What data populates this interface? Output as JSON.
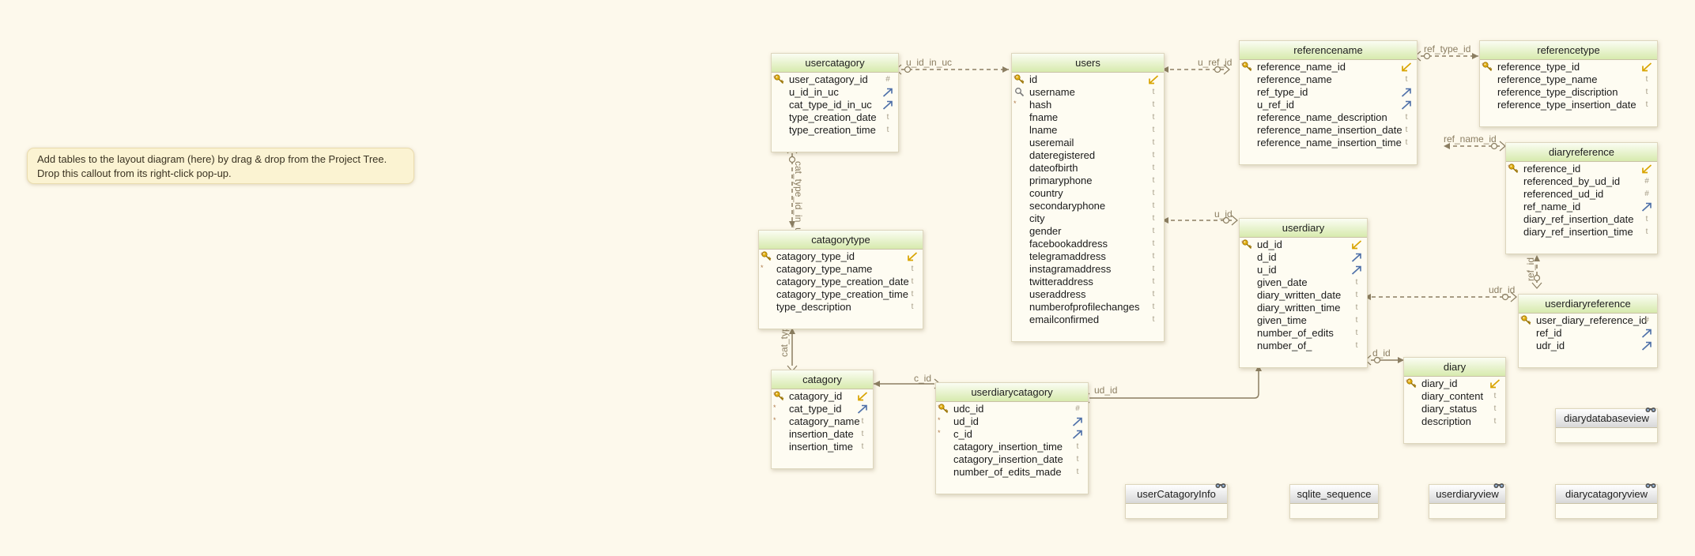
{
  "callout": {
    "line1": "Add tables to the layout diagram (here) by drag & drop from the Project Tree.",
    "line2": "Drop this callout from its right-click pop-up."
  },
  "tables": {
    "usercatagory": {
      "title": "usercatagory",
      "columns": [
        {
          "name": "user_catagory_id",
          "kind": "pk",
          "type": "#"
        },
        {
          "name": "u_id_in_uc",
          "kind": "fk"
        },
        {
          "name": "cat_type_id_in_uc",
          "kind": "fk"
        },
        {
          "name": "type_creation_date",
          "type": "t"
        },
        {
          "name": "type_creation_time",
          "type": "t"
        }
      ]
    },
    "users": {
      "title": "users",
      "columns": [
        {
          "name": "id",
          "kind": "pk",
          "type": "key-arrow"
        },
        {
          "name": "username",
          "kind": "idx",
          "type": "t"
        },
        {
          "name": "hash",
          "req": true,
          "type": "t"
        },
        {
          "name": "fname",
          "type": "t"
        },
        {
          "name": "lname",
          "type": "t"
        },
        {
          "name": "useremail",
          "type": "t"
        },
        {
          "name": "dateregistered",
          "type": "t"
        },
        {
          "name": "dateofbirth",
          "type": "t"
        },
        {
          "name": "primaryphone",
          "type": "t"
        },
        {
          "name": "country",
          "type": "t"
        },
        {
          "name": "secondaryphone",
          "type": "t"
        },
        {
          "name": "city",
          "type": "t"
        },
        {
          "name": "gender",
          "type": "t"
        },
        {
          "name": "facebookaddress",
          "type": "t"
        },
        {
          "name": "telegramaddress",
          "type": "t"
        },
        {
          "name": "instagramaddress",
          "type": "t"
        },
        {
          "name": "twitteraddress",
          "type": "t"
        },
        {
          "name": "useraddress",
          "type": "t"
        },
        {
          "name": "numberofprofilechanges",
          "type": "t"
        },
        {
          "name": "emailconfirmed",
          "type": "t"
        }
      ]
    },
    "referencename": {
      "title": "referencename",
      "columns": [
        {
          "name": "reference_name_id",
          "kind": "pk",
          "type": "key-arrow"
        },
        {
          "name": "reference_name",
          "type": "t"
        },
        {
          "name": "ref_type_id",
          "kind": "fk"
        },
        {
          "name": "u_ref_id",
          "kind": "fk"
        },
        {
          "name": "reference_name_description",
          "type": "t"
        },
        {
          "name": "reference_name_insertion_date",
          "type": "t"
        },
        {
          "name": "reference_name_insertion_time",
          "type": "t"
        }
      ]
    },
    "referencetype": {
      "title": "referencetype",
      "columns": [
        {
          "name": "reference_type_id",
          "kind": "pk",
          "type": "key-arrow"
        },
        {
          "name": "reference_type_name",
          "type": "t"
        },
        {
          "name": "reference_type_discription",
          "type": "t"
        },
        {
          "name": "reference_type_insertion_date",
          "type": "t"
        }
      ]
    },
    "diaryreference": {
      "title": "diaryreference",
      "columns": [
        {
          "name": "reference_id",
          "kind": "pk",
          "type": "key-arrow"
        },
        {
          "name": "referenced_by_ud_id",
          "type": "#"
        },
        {
          "name": "referenced_ud_id",
          "type": "#"
        },
        {
          "name": "ref_name_id",
          "kind": "fk"
        },
        {
          "name": "diary_ref_insertion_date",
          "type": "t"
        },
        {
          "name": "diary_ref_insertion_time",
          "type": "t"
        }
      ]
    },
    "catagorytype": {
      "title": "catagorytype",
      "columns": [
        {
          "name": "catagory_type_id",
          "kind": "pk",
          "type": "key-arrow"
        },
        {
          "name": "catagory_type_name",
          "req": true,
          "type": "t"
        },
        {
          "name": "catagory_type_creation_date",
          "type": "t"
        },
        {
          "name": "catagory_type_creation_time",
          "type": "t"
        },
        {
          "name": "type_description",
          "type": "t"
        }
      ]
    },
    "userdiary": {
      "title": "userdiary",
      "columns": [
        {
          "name": "ud_id",
          "kind": "pk",
          "type": "key-arrow"
        },
        {
          "name": "d_id",
          "kind": "fk"
        },
        {
          "name": "u_id",
          "kind": "fk"
        },
        {
          "name": "given_date",
          "type": "t"
        },
        {
          "name": "diary_written_date",
          "type": "t"
        },
        {
          "name": "diary_written_time",
          "type": "t"
        },
        {
          "name": "given_time",
          "type": "t"
        },
        {
          "name": "number_of_edits",
          "type": "t"
        },
        {
          "name": "number_of_",
          "type": "t"
        }
      ]
    },
    "userdiaryreference": {
      "title": "userdiaryreference",
      "columns": [
        {
          "name": "user_diary_reference_id",
          "kind": "pk",
          "type": "#"
        },
        {
          "name": "ref_id",
          "kind": "fk"
        },
        {
          "name": "udr_id",
          "kind": "fk"
        }
      ]
    },
    "catagory": {
      "title": "catagory",
      "columns": [
        {
          "name": "catagory_id",
          "kind": "pk",
          "type": "key-arrow"
        },
        {
          "name": "cat_type_id",
          "req": true,
          "kind": "fk"
        },
        {
          "name": "catagory_name",
          "req": true,
          "type": "t"
        },
        {
          "name": "insertion_date",
          "type": "t"
        },
        {
          "name": "insertion_time",
          "type": "t"
        }
      ]
    },
    "userdiarycatagory": {
      "title": "userdiarycatagory",
      "columns": [
        {
          "name": "udc_id",
          "kind": "pk",
          "type": "#"
        },
        {
          "name": "ud_id",
          "req": true,
          "kind": "fk"
        },
        {
          "name": "c_id",
          "req": true,
          "kind": "fk"
        },
        {
          "name": "catagory_insertion_time",
          "type": "t"
        },
        {
          "name": "catagory_insertion_date",
          "type": "t"
        },
        {
          "name": "number_of_edits_made",
          "type": "t"
        }
      ]
    },
    "diary": {
      "title": "diary",
      "columns": [
        {
          "name": "diary_id",
          "kind": "pk",
          "type": "key-arrow"
        },
        {
          "name": "diary_content",
          "type": "t"
        },
        {
          "name": "diary_status",
          "type": "t"
        },
        {
          "name": "description",
          "type": "t"
        }
      ]
    }
  },
  "views": {
    "diarydatabaseview": "diarydatabaseview",
    "userCatagoryInfo": "userCatagoryInfo",
    "sqlite_sequence": "sqlite_sequence",
    "userdiaryview": "userdiaryview",
    "diarycatagoryview": "diarycatagoryview"
  },
  "relations": {
    "u_id_in_uc": "u_id_in_uc",
    "u_ref_id": "u_ref_id",
    "ref_type_id": "ref_type_id",
    "ref_name_id": "ref_name_id",
    "u_id": "u_id",
    "cat_type_id_in_uc": "cat_type_id_in_uc",
    "cat_typ": "cat_typ",
    "c_id": "c_id",
    "ud_id": "ud_id",
    "udr_id": "udr_id",
    "ref_id": "ref_id",
    "d_id": "d_id"
  },
  "colors": {
    "background": "#fdf9ec",
    "table_header": "#d7eaad",
    "view_header": "#d8d8d8",
    "relation_line": "#8b7e62",
    "key_icon": "#d9a400",
    "fk_icon": "#4d6fa8"
  }
}
